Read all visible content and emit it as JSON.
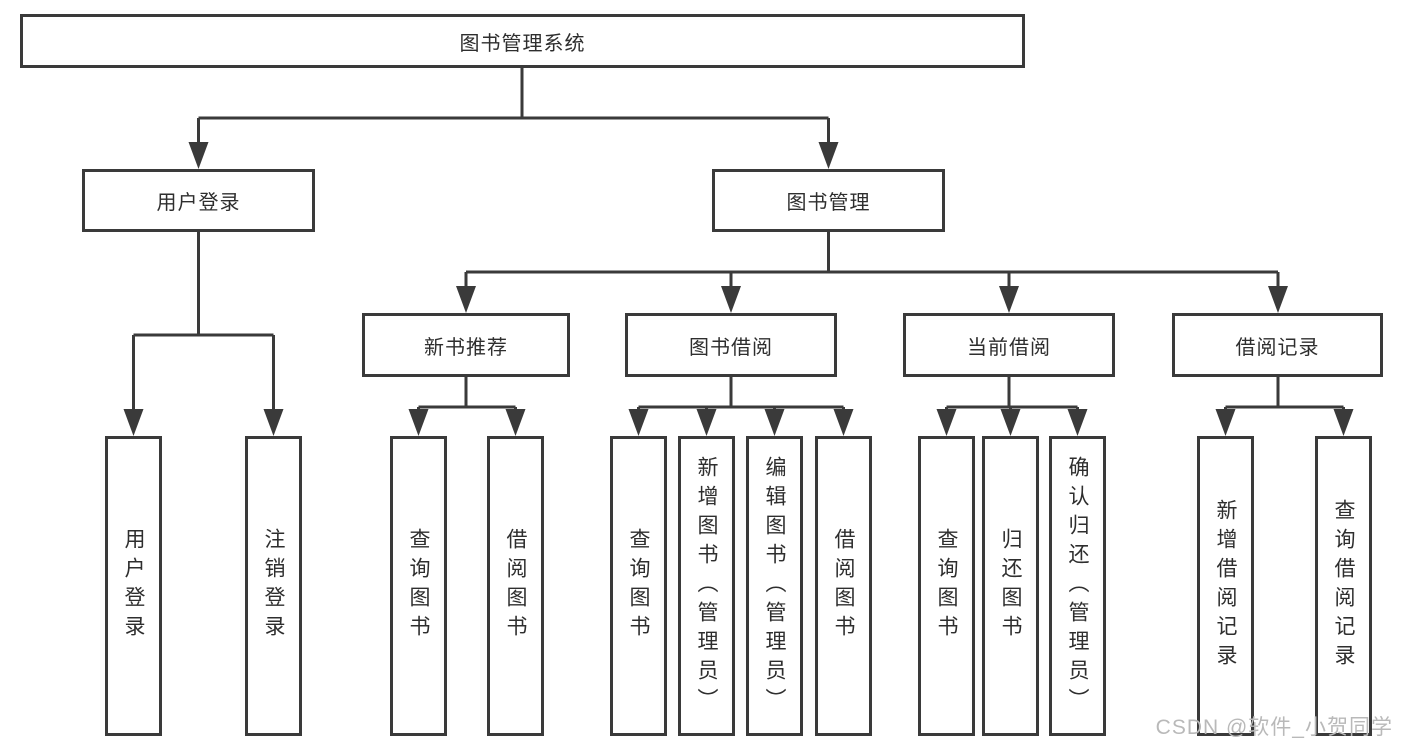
{
  "nodes": {
    "root": {
      "id": "library-management-system",
      "label": "图书管理系统"
    },
    "level2": [
      {
        "id": "user-login",
        "label": "用户登录",
        "parent": "library-management-system"
      },
      {
        "id": "book-management",
        "label": "图书管理",
        "parent": "library-management-system"
      }
    ],
    "level3": [
      {
        "id": "new-book-recommend",
        "label": "新书推荐",
        "parent": "book-management"
      },
      {
        "id": "book-borrow",
        "label": "图书借阅",
        "parent": "book-management"
      },
      {
        "id": "current-borrow",
        "label": "当前借阅",
        "parent": "book-management"
      },
      {
        "id": "borrow-records",
        "label": "借阅记录",
        "parent": "book-management"
      }
    ],
    "leaves": [
      {
        "id": "user-login-action",
        "label": "用户登录",
        "parent": "user-login"
      },
      {
        "id": "logout",
        "label": "注销登录",
        "parent": "user-login"
      },
      {
        "id": "query-books-recommend",
        "label": "查询图书",
        "parent": "new-book-recommend"
      },
      {
        "id": "borrow-books-recommend",
        "label": "借阅图书",
        "parent": "new-book-recommend"
      },
      {
        "id": "query-books-borrow",
        "label": "查询图书",
        "parent": "book-borrow"
      },
      {
        "id": "add-books-admin",
        "label": "新增图书（管理员）",
        "parent": "book-borrow"
      },
      {
        "id": "edit-books-admin",
        "label": "编辑图书（管理员）",
        "parent": "book-borrow"
      },
      {
        "id": "borrow-books",
        "label": "借阅图书",
        "parent": "book-borrow"
      },
      {
        "id": "query-books-current",
        "label": "查询图书",
        "parent": "current-borrow"
      },
      {
        "id": "return-books",
        "label": "归还图书",
        "parent": "current-borrow"
      },
      {
        "id": "confirm-return-admin",
        "label": "确认归还（管理员）",
        "parent": "current-borrow"
      },
      {
        "id": "add-borrow-record",
        "label": "新增借阅记录",
        "parent": "borrow-records"
      },
      {
        "id": "query-borrow-record",
        "label": "查询借阅记录",
        "parent": "borrow-records"
      }
    ]
  },
  "watermark": {
    "text": "CSDN @软件_小贺同学"
  },
  "colors": {
    "line": "#3a3a3a",
    "box_border": "#3a3a3a",
    "text": "#2e2e2e",
    "watermark": "#b9b9b9",
    "background": "#ffffff"
  }
}
